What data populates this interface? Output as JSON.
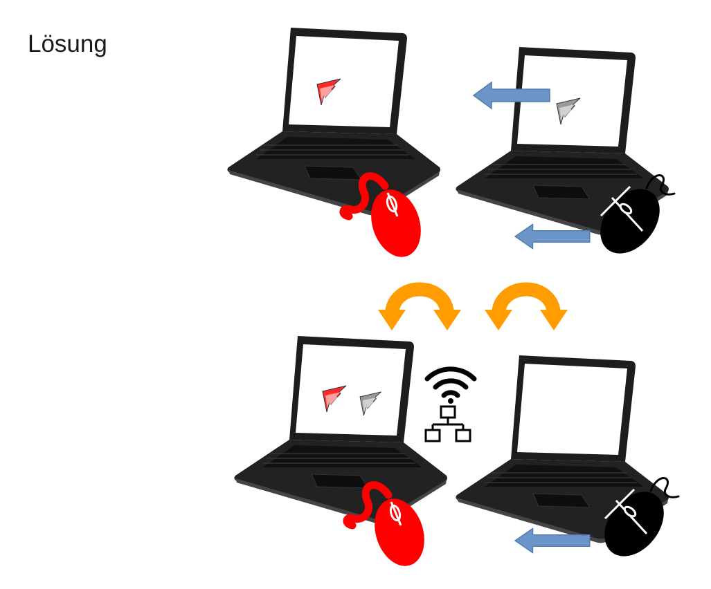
{
  "slide": {
    "title": "Lösung"
  },
  "colors": {
    "accent_red": "#ff0000",
    "arrow_blue": "#6b95c9",
    "arrow_blue_stroke": "#4f7bb0",
    "swap_orange": "#ff9c00",
    "laptop_dark": "#1d1d1d",
    "mouse_black": "#000000"
  },
  "icons": {
    "laptop": "laptop-icon",
    "mouse_red": "mouse-icon-red",
    "mouse_black": "mouse-icon-black",
    "cursor_red": "cursor-arrow-icon-red",
    "cursor_gray": "cursor-arrow-icon-gray",
    "arrow": "left-arrow-icon",
    "swap": "curved-swap-arrow-icon",
    "wifi": "wifi-icon",
    "network": "network-icon"
  }
}
